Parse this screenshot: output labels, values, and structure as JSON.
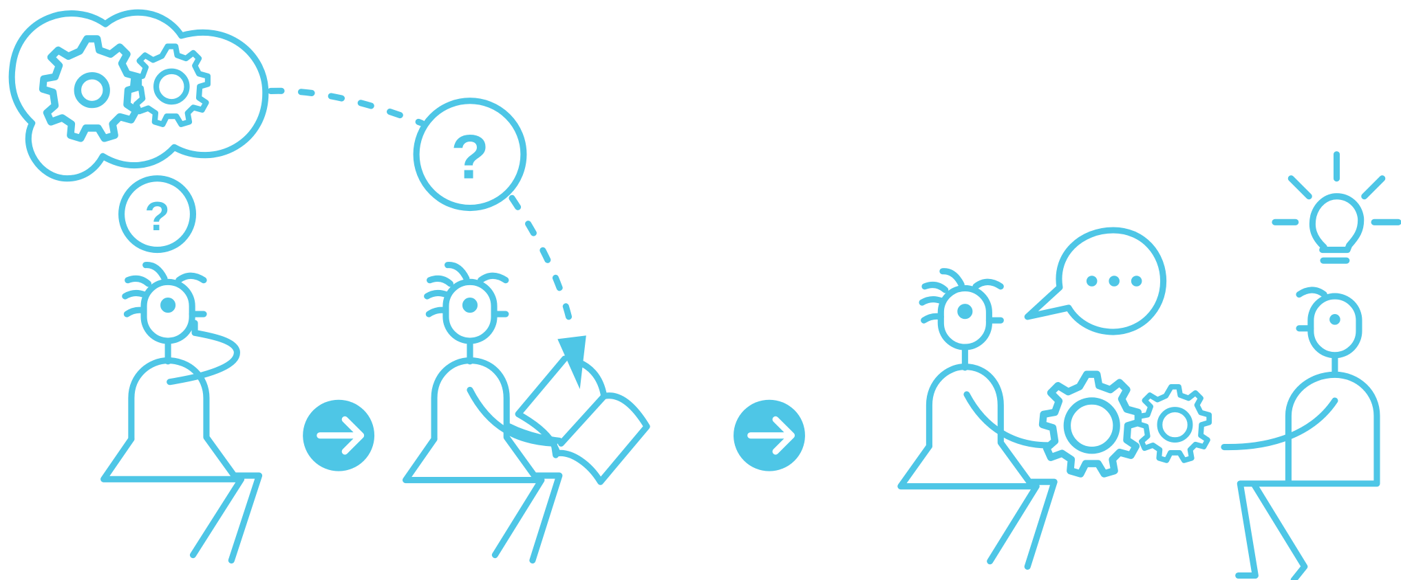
{
  "colors": {
    "line": "#4ec6e6",
    "background": "#ffffff",
    "arrow_fill": "#4ec6e6",
    "arrow_glyph": "#ffffff"
  },
  "panels": [
    {
      "id": "thinking",
      "question_mark": "?"
    },
    {
      "id": "researching",
      "question_mark": "?"
    },
    {
      "id": "discussing",
      "speech": "..."
    },
    {
      "id": "idea"
    }
  ],
  "icons": [
    "thought-cloud-icon",
    "gear-icon",
    "question-bubble-icon",
    "book-icon",
    "speech-bubble-icon",
    "lightbulb-icon",
    "next-arrow-icon"
  ]
}
